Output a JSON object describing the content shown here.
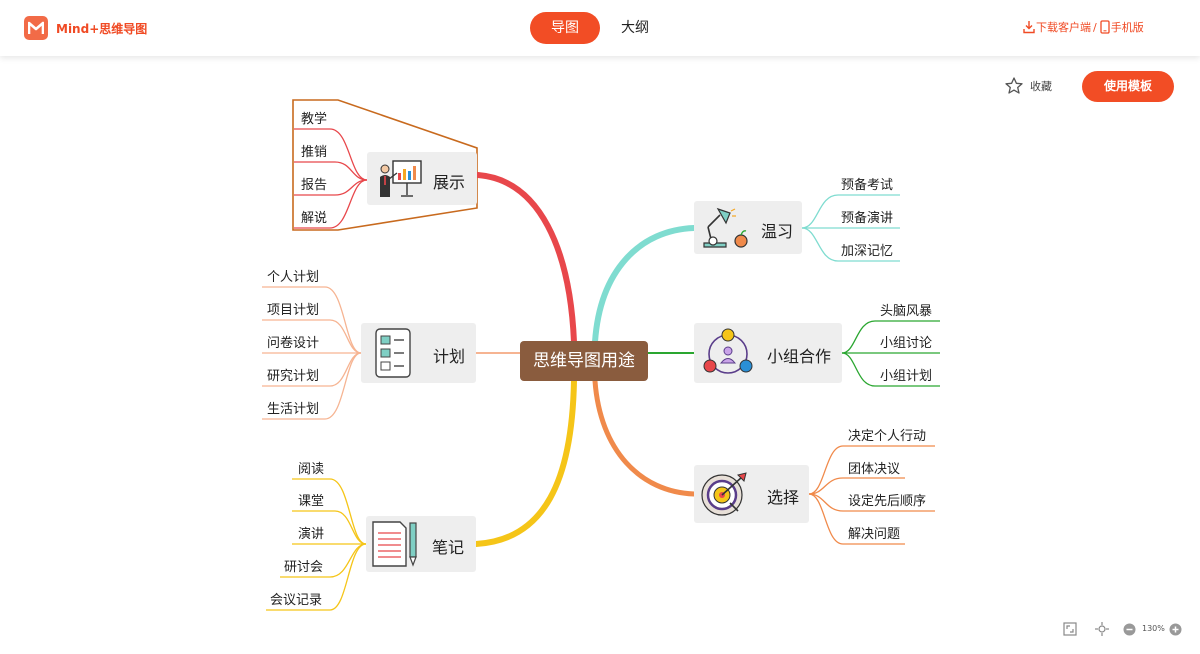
{
  "header": {
    "brand": "Mind+思维导图",
    "tabs": [
      {
        "label": "导图",
        "active": true
      },
      {
        "label": "大纲",
        "active": false
      }
    ],
    "download_label": "下载客户端",
    "separator": "/",
    "mobile_label": "手机版"
  },
  "actions": {
    "favorite_label": "收藏",
    "use_template_label": "使用模板"
  },
  "mindmap": {
    "root": "思维导图用途",
    "branches": [
      {
        "label": "展示",
        "color": "#e8474b",
        "icon": "presenter-chart-icon",
        "items": [
          "教学",
          "推销",
          "报告",
          "解说"
        ]
      },
      {
        "label": "计划",
        "color": "#f6b492",
        "icon": "checklist-icon",
        "items": [
          "个人计划",
          "项目计划",
          "问卷设计",
          "研究计划",
          "生活计划"
        ]
      },
      {
        "label": "笔记",
        "color": "#f5c518",
        "icon": "notebook-pen-icon",
        "items": [
          "阅读",
          "课堂",
          "演讲",
          "研讨会",
          "会议记录"
        ]
      },
      {
        "label": "温习",
        "color": "#7fdcd0",
        "icon": "desk-lamp-icon",
        "items": [
          "预备考试",
          "预备演讲",
          "加深记忆"
        ]
      },
      {
        "label": "小组合作",
        "color": "#2aa630",
        "icon": "team-circle-icon",
        "items": [
          "头脑风暴",
          "小组讨论",
          "小组计划"
        ]
      },
      {
        "label": "选择",
        "color": "#f08a4b",
        "icon": "target-arrow-icon",
        "items": [
          "决定个人行动",
          "团体决议",
          "设定先后顺序",
          "解决问题"
        ]
      }
    ]
  },
  "zoom": {
    "level": "130%"
  },
  "colors": {
    "accent": "#f24d25",
    "root": "#8a5c3e",
    "frame": "#c86a1e"
  }
}
